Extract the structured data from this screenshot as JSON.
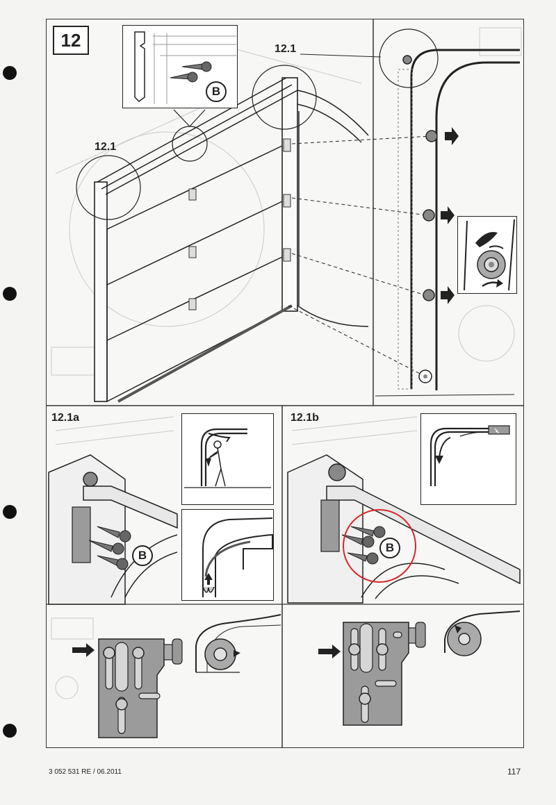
{
  "step": {
    "number": "12"
  },
  "labels": {
    "detail_main_left": "12.1",
    "detail_main_top": "12.1",
    "sub_a": "12.1a",
    "sub_b": "12.1b"
  },
  "badges": {
    "screw_type_top": "B",
    "screw_type_a": "B",
    "screw_type_b": "B"
  },
  "footer": {
    "doc_number": "3 052 531  RE / 06.2011",
    "page_number": "117"
  },
  "colors": {
    "line": "#222222",
    "light_line": "#9a9a9a",
    "part_gray": "#9b9b9b",
    "highlight_red": "#d8262a"
  },
  "icons": [
    "feather-icon",
    "arrow-right-icon",
    "arrow-up-icon",
    "roller-icon",
    "screw-icon",
    "person-icon"
  ]
}
